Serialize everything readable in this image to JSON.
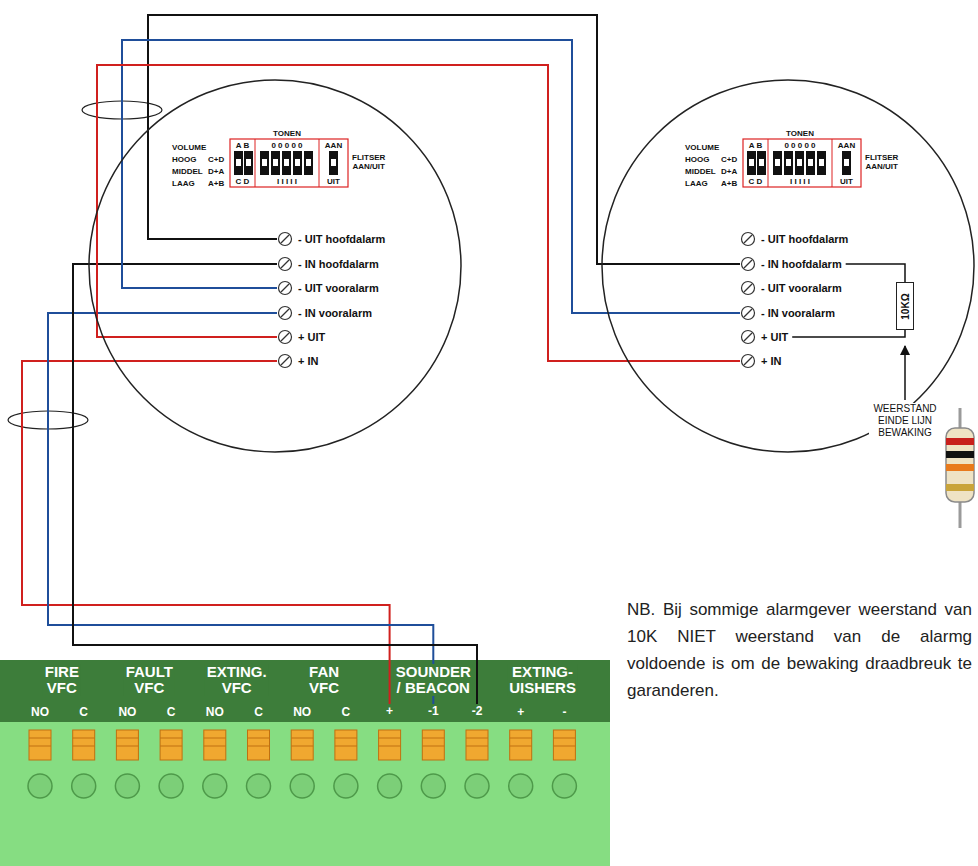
{
  "diagram": {
    "nodes": [
      {
        "text": [
          "TONEN",
          "VOLUME",
          "HOOG",
          "C+D",
          "MIDDEL",
          "D+A",
          "LAAG",
          "A+B",
          "A B",
          "0 0 0 0 0",
          "AAN",
          "FLITSER AAN/UIT",
          "C D",
          "I I I I I",
          "UIT"
        ]
      },
      {
        "text": [
          "- UIT hoofdalarm"
        ],
        "in": 0
      },
      {
        "text": [
          "- IN hoofdalarm"
        ],
        "in": 0
      },
      {
        "text": [
          "- UIT vooralarm"
        ],
        "in": 0
      },
      {
        "text": [
          "- IN vooralarm"
        ],
        "in": 0
      },
      {
        "text": [
          "+ UIT"
        ],
        "in": 0
      },
      {
        "text": [
          "+ IN"
        ],
        "in": 0
      },
      {
        "text": [
          "TONEN",
          "VOLUME",
          "HOOG",
          "C+D",
          "MIDDEL",
          "D+A",
          "LAAG",
          "A+B",
          "A B",
          "0 0 0 0 0",
          "AAN",
          "FLITSER AAN/UIT",
          "C D",
          "I I I I I",
          "UIT"
        ]
      },
      {
        "text": [
          "- UIT hoofdalarm"
        ],
        "in": 7
      },
      {
        "text": [
          "- IN hoofdalarm"
        ],
        "in": 7
      },
      {
        "text": [
          "- UIT vooralarm"
        ],
        "in": 7
      },
      {
        "text": [
          "- IN vooralarm"
        ],
        "in": 7
      },
      {
        "text": [
          "+ UIT"
        ],
        "in": 7
      },
      {
        "text": [
          "+ IN"
        ],
        "in": 7
      },
      {
        "text": [
          "10KΩ"
        ],
        "in": 7
      },
      {
        "text": [
          "FIRE VFC",
          "FAULT VFC",
          "EXTING. VFC",
          "FAN VFC",
          "SOUNDER / BEACON",
          "EXTING- UISHERS"
        ]
      },
      {
        "text": [
          "+"
        ],
        "in": 15
      },
      {
        "text": [
          "-1"
        ],
        "in": 15
      },
      {
        "text": [
          "-2"
        ],
        "in": 15
      }
    ],
    "edges": [
      {
        "from": 16,
        "to": 6,
        "arrow": "none"
      },
      {
        "from": 17,
        "to": 4,
        "arrow": "none"
      },
      {
        "from": 18,
        "to": 2,
        "arrow": "none"
      },
      {
        "from": 1,
        "to": 9,
        "arrow": "none"
      },
      {
        "from": 3,
        "to": 11,
        "arrow": "none"
      },
      {
        "from": 5,
        "to": 13,
        "arrow": "none"
      },
      {
        "from": 9,
        "to": 14,
        "arrow": "none"
      },
      {
        "from": 14,
        "to": 12,
        "arrow": "none"
      }
    ],
    "labels": [
      "NO",
      "C",
      "NO",
      "C",
      "NO",
      "C",
      "NO",
      "C",
      "+",
      "-",
      "WEERSTAND EINDE LIJN BEWAKING",
      "NB. Bij sommige alarmgever weerstand van 10K NIET weerstand van de alarmg voldoende is om de bewaking draadbreuk te garanderen."
    ]
  }
}
